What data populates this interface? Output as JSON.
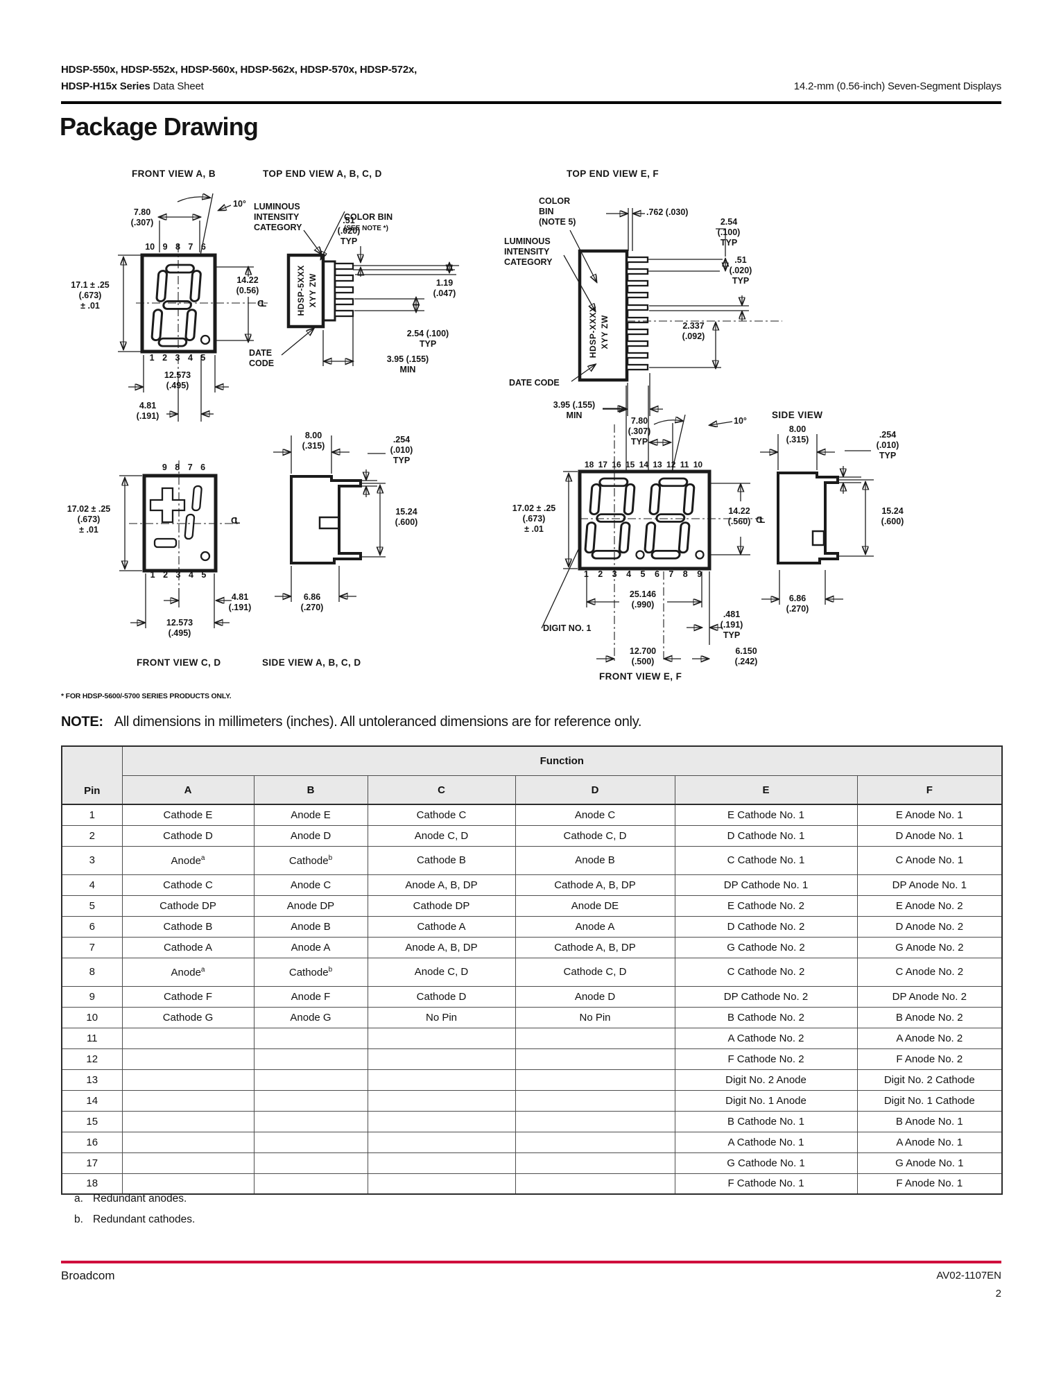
{
  "header": {
    "line1": "HDSP-550x, HDSP-552x, HDSP-560x, HDSP-562x, HDSP-570x, HDSP-572x,",
    "line2_bold": "HDSP-H15x Series",
    "line2_regular": "Data Sheet",
    "right_title": "14.2-mm (0.56-inch)  Seven-Segment Displays"
  },
  "title": "Package Drawing",
  "drawing": {
    "front_ab": {
      "title": "FRONT VIEW A, B",
      "dim_width": "7.80\n(.307)",
      "angle": "10°",
      "pins_top": "10 9 8 7 6",
      "dim_height": "17.1 ± .25\n(.673)\n± .01",
      "dim_digit": "14.22\n(0.56)",
      "cl": "CL",
      "pins_bottom": "1 2 3 4 5",
      "dim_span": "12.573\n(.495)",
      "dim_offset": "4.81\n(.191)"
    },
    "top_ab": {
      "title": "TOP END VIEW A, B, C, D",
      "lum": "LUMINOUS\nINTENSITY\nCATEGORY",
      "colorbin": "COLOR BIN",
      "colorbin_note": "(SEE NOTE *)",
      "dim_51": ".51\n(.020)\nTYP",
      "dim_119": "1.19\n(.047)",
      "dim_254": "2.54 (.100)\nTYP",
      "dim_395": "3.95 (.155)\nMIN",
      "datecode": "DATE\nCODE",
      "marking": "HDSP-5XXX\nXYY ZW"
    },
    "top_ef": {
      "title": "TOP END VIEW E, F",
      "colorbin": "COLOR\nBIN\n(NOTE 5)",
      "dim_762": ".762 (.030)",
      "dim_254": "2.54\n(.100)\nTYP",
      "lum": "LUMINOUS\nINTENSITY\nCATEGORY",
      "dim_51": ".51\n(.020)\nTYP",
      "dim_2337": "2.337\n(.092)",
      "datecode": "DATE CODE",
      "marking": "HDSP-XXXX\nXYY ZW"
    },
    "front_ef": {
      "title": "FRONT VIEW E, F",
      "dim_395": "3.95 (.155)\nMIN",
      "dim_780": "7.80\n(.307)\nTYP",
      "angle": "10°",
      "pins_top": "18 17 16 15 14 13 12 11 10",
      "dim_height": "17.02 ± .25\n(.673)\n± .01",
      "dim_1422": "14.22\n(.560)",
      "cl": "CL",
      "pins_bottom": "1 2 3 4 5 6 7 8 9",
      "dim_25146": "25.146\n(.990)",
      "digit_no1": "DIGIT NO. 1",
      "dim_481": ".481\n(.191)\nTYP",
      "dim_12700": "12.700\n(.500)",
      "dim_6150": "6.150\n(.242)"
    },
    "side_ef": {
      "title": "SIDE VIEW",
      "dim_depth": "8.00\n(.315)",
      "dim_254": ".254\n(.010)\nTYP",
      "dim_1524": "15.24\n(.600)",
      "dim_686": "6.86\n(.270)"
    },
    "front_cd": {
      "title": "FRONT VIEW C, D",
      "pins_top": "9 8 7 6",
      "dim_height": "17.02 ± .25\n(.673)\n± .01",
      "cl": "CL",
      "pins_bottom": "1 2 3 4 5",
      "dim_offset": "4.81\n(.191)",
      "dim_span": "12.573\n(.495)"
    },
    "side_abcd": {
      "title": "SIDE VIEW A, B, C, D",
      "dim_depth": "8.00\n(.315)",
      "dim_254": ".254\n(.010)\nTYP",
      "dim_1524": "15.24\n(.600)",
      "dim_686": "6.86\n(.270)"
    }
  },
  "footnote_star": "* FOR HDSP-5600/-5700 SERIES PRODUCTS ONLY.",
  "note": {
    "label": "NOTE:",
    "text": "All dimensions in millimeters (inches). All untoleranced dimensions are for reference only."
  },
  "table": {
    "pin_header": "Pin",
    "function_header": "Function",
    "columns": [
      "A",
      "B",
      "C",
      "D",
      "E",
      "F"
    ],
    "rows": [
      [
        "1",
        "Cathode E",
        "Anode E",
        "Cathode C",
        "Anode C",
        "E Cathode No. 1",
        "E Anode No. 1"
      ],
      [
        "2",
        "Cathode D",
        "Anode D",
        "Anode C, D",
        "Cathode C, D",
        "D Cathode No. 1",
        "D Anode No. 1"
      ],
      [
        "3",
        {
          "text": "Anode",
          "sup": "a"
        },
        {
          "text": "Cathode",
          "sup": "b"
        },
        "Cathode B",
        "Anode B",
        "C Cathode No. 1",
        "C Anode No. 1"
      ],
      [
        "4",
        "Cathode C",
        "Anode C",
        "Anode A, B, DP",
        "Cathode A, B, DP",
        "DP Cathode No. 1",
        "DP Anode No. 1"
      ],
      [
        "5",
        "Cathode DP",
        "Anode DP",
        "Cathode DP",
        "Anode DE",
        "E Cathode No. 2",
        "E Anode No. 2"
      ],
      [
        "6",
        "Cathode B",
        "Anode B",
        "Cathode A",
        "Anode A",
        "D Cathode No. 2",
        "D Anode No. 2"
      ],
      [
        "7",
        "Cathode A",
        "Anode A",
        "Anode A, B, DP",
        "Cathode A, B, DP",
        "G Cathode No. 2",
        "G Anode No. 2"
      ],
      [
        "8",
        {
          "text": "Anode",
          "sup": "a"
        },
        {
          "text": "Cathode",
          "sup": "b"
        },
        "Anode C, D",
        "Cathode C, D",
        "C Cathode No. 2",
        "C Anode No. 2"
      ],
      [
        "9",
        "Cathode F",
        "Anode F",
        "Cathode D",
        "Anode D",
        "DP Cathode No. 2",
        "DP Anode No. 2"
      ],
      [
        "10",
        "Cathode G",
        "Anode G",
        "No Pin",
        "No Pin",
        "B Cathode No. 2",
        "B Anode No. 2"
      ],
      [
        "11",
        "",
        "",
        "",
        "",
        "A Cathode No. 2",
        "A Anode No. 2"
      ],
      [
        "12",
        "",
        "",
        "",
        "",
        "F Cathode No. 2",
        "F Anode No. 2"
      ],
      [
        "13",
        "",
        "",
        "",
        "",
        "Digit No. 2 Anode",
        "Digit No. 2 Cathode"
      ],
      [
        "14",
        "",
        "",
        "",
        "",
        "Digit No. 1 Anode",
        "Digit No. 1 Cathode"
      ],
      [
        "15",
        "",
        "",
        "",
        "",
        "B Cathode No. 1",
        "B Anode No. 1"
      ],
      [
        "16",
        "",
        "",
        "",
        "",
        "A Cathode No. 1",
        "A Anode No. 1"
      ],
      [
        "17",
        "",
        "",
        "",
        "",
        "G Cathode No. 1",
        "G Anode No. 1"
      ],
      [
        "18",
        "",
        "",
        "",
        "",
        "F Cathode No. 1",
        "F Anode No. 1"
      ]
    ],
    "footnotes": [
      {
        "marker": "a.",
        "text": "Redundant anodes."
      },
      {
        "marker": "b.",
        "text": "Redundant cathodes."
      }
    ]
  },
  "footer": {
    "company": "Broadcom",
    "doc_number": "AV02-1107EN",
    "page_number": "2"
  }
}
